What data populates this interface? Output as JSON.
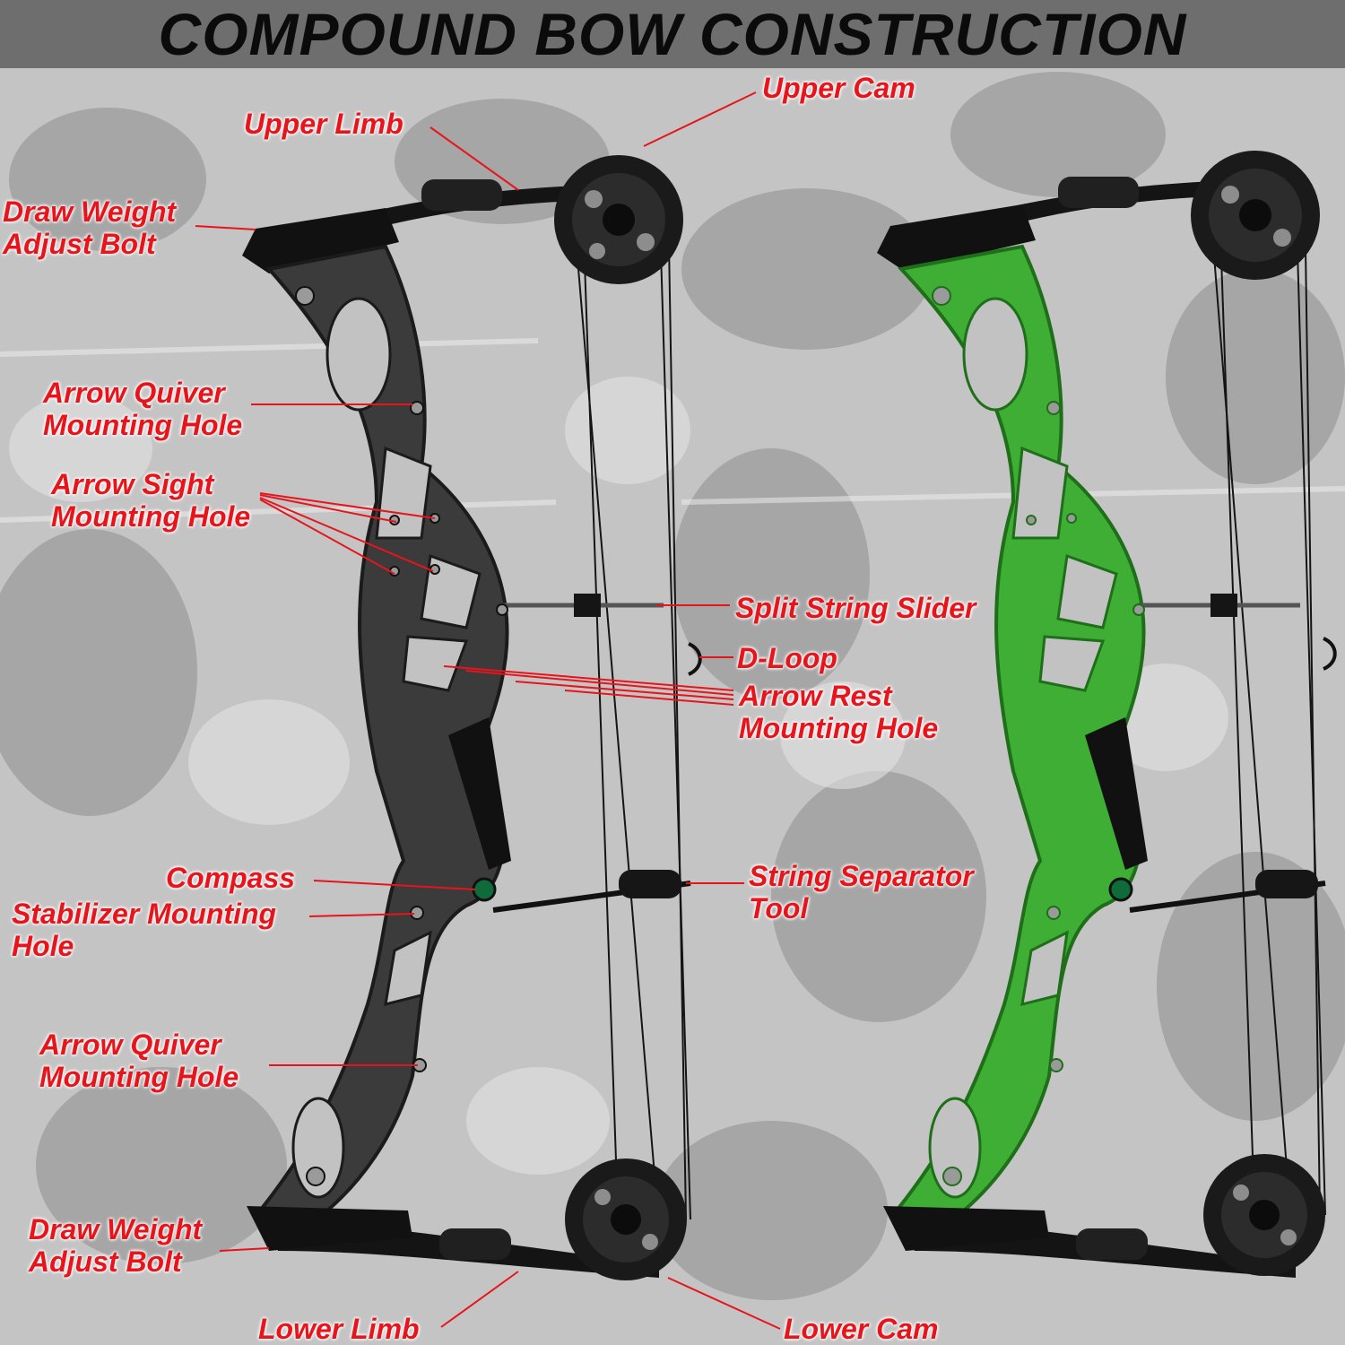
{
  "title": "COMPOUND BOW CONSTRUCTION",
  "colors": {
    "label": "#e8141b",
    "leader": "#e8141b",
    "title_bar": "#6e6e6e",
    "title_text": "#0b0b0b",
    "riser_dark": "#3b3b3b",
    "riser_green": "#3fae34",
    "hardware": "#111111"
  },
  "labels": {
    "upper_cam": [
      "Upper Cam"
    ],
    "upper_limb": [
      "Upper Limb"
    ],
    "draw_weight_top": [
      "Draw Weight",
      "Adjust Bolt"
    ],
    "quiver_top": [
      "Arrow Quiver",
      "Mounting Hole"
    ],
    "sight": [
      "Arrow Sight",
      "Mounting Hole"
    ],
    "split_string": [
      "Split String Slider"
    ],
    "d_loop": [
      "D-Loop"
    ],
    "arrow_rest": [
      "Arrow Rest",
      "Mounting Hole"
    ],
    "compass": [
      "Compass"
    ],
    "string_separator": [
      "String Separator",
      "Tool"
    ],
    "stabilizer": [
      "Stabilizer Mounting",
      "Hole"
    ],
    "quiver_bottom": [
      "Arrow Quiver",
      "Mounting Hole"
    ],
    "draw_weight_bottom": [
      "Draw Weight",
      "Adjust Bolt"
    ],
    "lower_limb": [
      "Lower Limb"
    ],
    "lower_cam": [
      "Lower Cam"
    ]
  }
}
